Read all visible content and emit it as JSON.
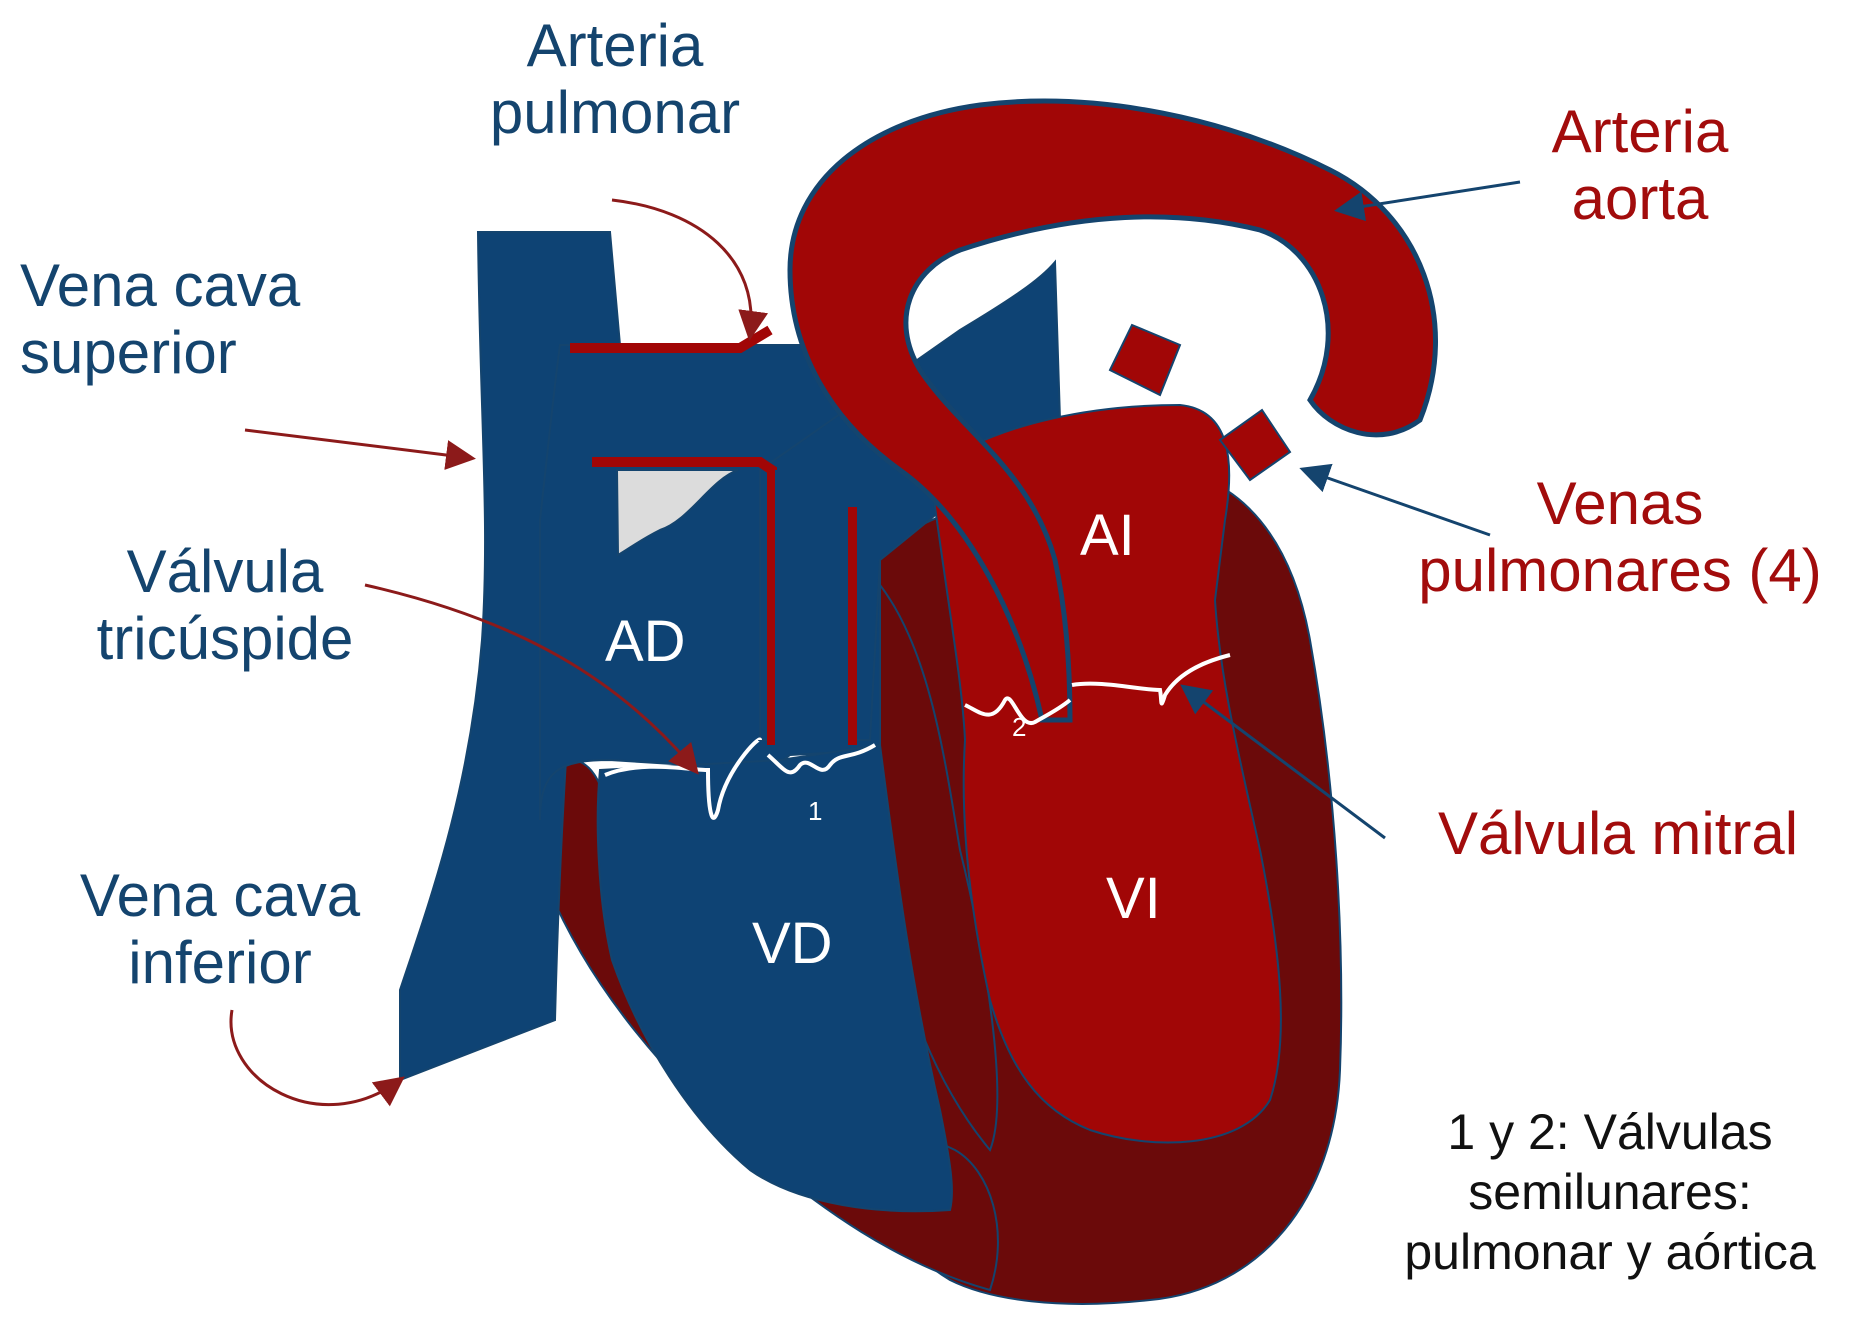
{
  "labels": {
    "pulmonary_artery": [
      "Arteria",
      "pulmonar"
    ],
    "aorta": [
      "Arteria",
      "aorta"
    ],
    "superior_vena_cava": [
      "Vena cava",
      "superior"
    ],
    "pulmonary_veins": [
      "Venas",
      "pulmonares (4)"
    ],
    "tricuspid_valve": [
      "Válvula",
      "tricúspide"
    ],
    "mitral_valve": "Válvula mitral",
    "inferior_vena_cava": [
      "Vena cava",
      "inferior"
    ]
  },
  "chambers": {
    "right_atrium": "AD",
    "right_ventricle": "VD",
    "left_atrium": "AI",
    "left_ventricle": "VI"
  },
  "valve_numbers": {
    "pulmonary": "1",
    "aortic": "2"
  },
  "note": [
    "1 y 2: Válvulas",
    "semilunares:",
    "pulmonar y aórtica"
  ],
  "colors": {
    "deoxygenated_blue": "#0e4374",
    "oxygenated_red": "#a10606",
    "dark_muscle": "#6b0a0a",
    "label_blue": "#14446e",
    "label_red": "#a20c0c",
    "valve_line": "#ffffff"
  }
}
